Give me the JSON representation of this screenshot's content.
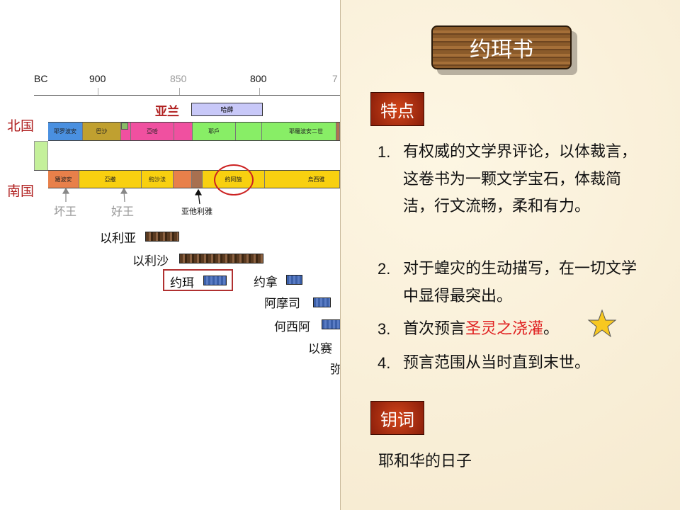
{
  "timeline": {
    "era_label": "BC",
    "ticks": [
      {
        "label": "900",
        "gray": false
      },
      {
        "label": "850",
        "gray": true
      },
      {
        "label": "800",
        "gray": false
      },
      {
        "label": "7",
        "gray": true
      }
    ],
    "aram": {
      "label": "亚兰",
      "king": "哈薛"
    },
    "north": {
      "label": "北国",
      "reigns": [
        "耶罗波安",
        "巴沙",
        "",
        "亞哈",
        "",
        "耶戶",
        "",
        "耶羅波安二世"
      ]
    },
    "south": {
      "label": "南国",
      "reigns": [
        "羅波安",
        "亞撒",
        "約沙法",
        "",
        "",
        "約阿施",
        "烏西雅"
      ]
    },
    "annotations": {
      "bad_king": "坏王",
      "good_king": "好王",
      "athaliah": "亚他利雅"
    },
    "prophets": [
      "以利亚",
      "以利沙",
      "约珥",
      "约拿",
      "阿摩司",
      "何西阿",
      "以赛",
      "弥"
    ],
    "colors": {
      "north_blue": "#4a90e0",
      "olive": "#c0a030",
      "pink": "#f050a0",
      "green": "#88ee66",
      "orange": "#e8804a",
      "yellow": "#f8d010",
      "highlight": "#cc2222"
    }
  },
  "panel": {
    "title": "约珥书",
    "features_heading": "特点",
    "features": [
      {
        "num": "1.",
        "text": "有权威的文学界评论，以体裁言，这卷书为一颗文学宝石，体裁简洁，行文流畅，柔和有力。"
      },
      {
        "num": "2.",
        "text": "对于蝗灾的生动描写，在一切文学中显得最突出。"
      },
      {
        "num": "3.",
        "text_before": "首次预言",
        "highlight": "圣灵之浇灌",
        "text_after": "。",
        "icon": "star-icon"
      },
      {
        "num": "4.",
        "text": "预言范围从当时直到末世。"
      }
    ],
    "keyword_heading": "钥词",
    "keyword": "耶和华的日子"
  }
}
